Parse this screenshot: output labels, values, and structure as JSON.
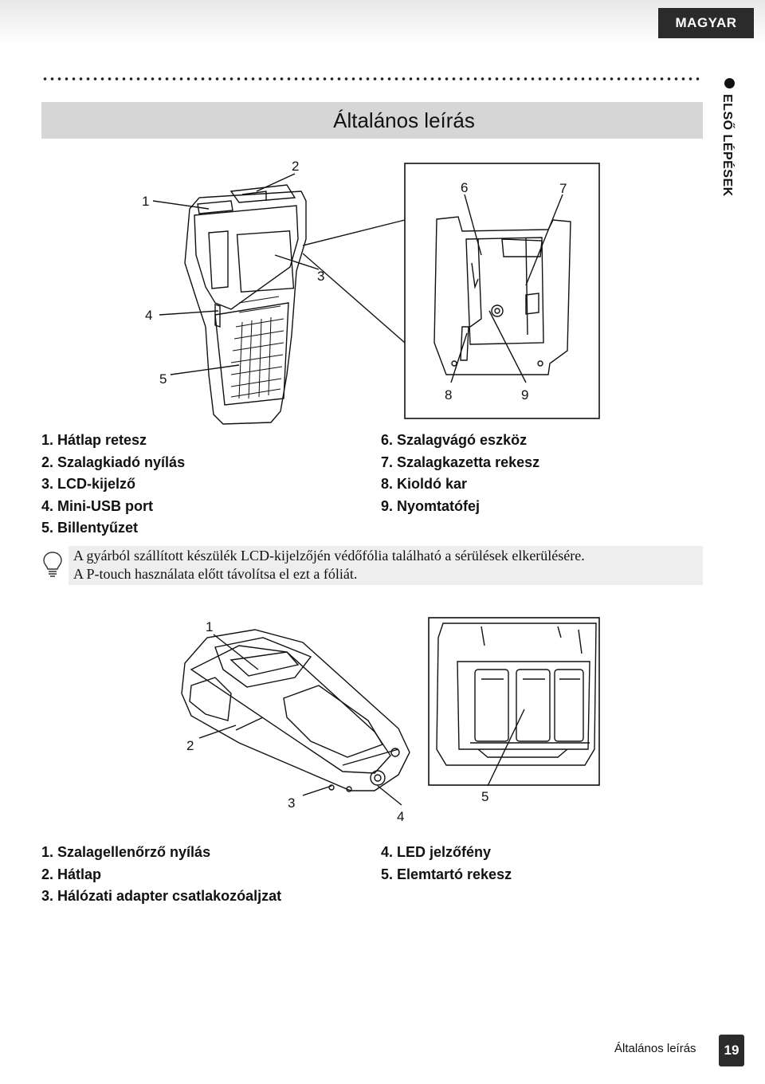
{
  "header": {
    "language_tab": "MAGYAR",
    "section_label": "ELSŐ LÉPÉSEK"
  },
  "title": "Általános leírás",
  "figure1": {
    "callouts": [
      "1",
      "2",
      "3",
      "4",
      "5",
      "6",
      "7",
      "8",
      "9"
    ]
  },
  "legend1": {
    "left": [
      "1. Hátlap retesz",
      "2. Szalagkiadó nyílás",
      "3. LCD-kijelző",
      "4. Mini-USB port",
      "5. Billentyűzet"
    ],
    "right": [
      "6. Szalagvágó eszköz",
      "7. Szalagkazetta rekesz",
      "8. Kioldó kar",
      "9. Nyomtatófej"
    ]
  },
  "note": {
    "icon": "lightbulb-icon",
    "lines": [
      "A gyárból szállított készülék LCD-kijelzőjén védőfólia található a sérülések elkerülésére.",
      "A P-touch használata előtt távolítsa el ezt a fóliát."
    ]
  },
  "figure2": {
    "callouts": [
      "1",
      "2",
      "3",
      "4",
      "5"
    ]
  },
  "legend2": {
    "left": [
      "1. Szalagellenőrző nyílás",
      "2. Hátlap",
      "3. Hálózati adapter csatlakozóaljzat"
    ],
    "right": [
      "4. LED jelzőfény",
      "5. Elemtartó rekesz"
    ]
  },
  "footer": {
    "section_title": "Általános leírás",
    "page_number": "19"
  }
}
